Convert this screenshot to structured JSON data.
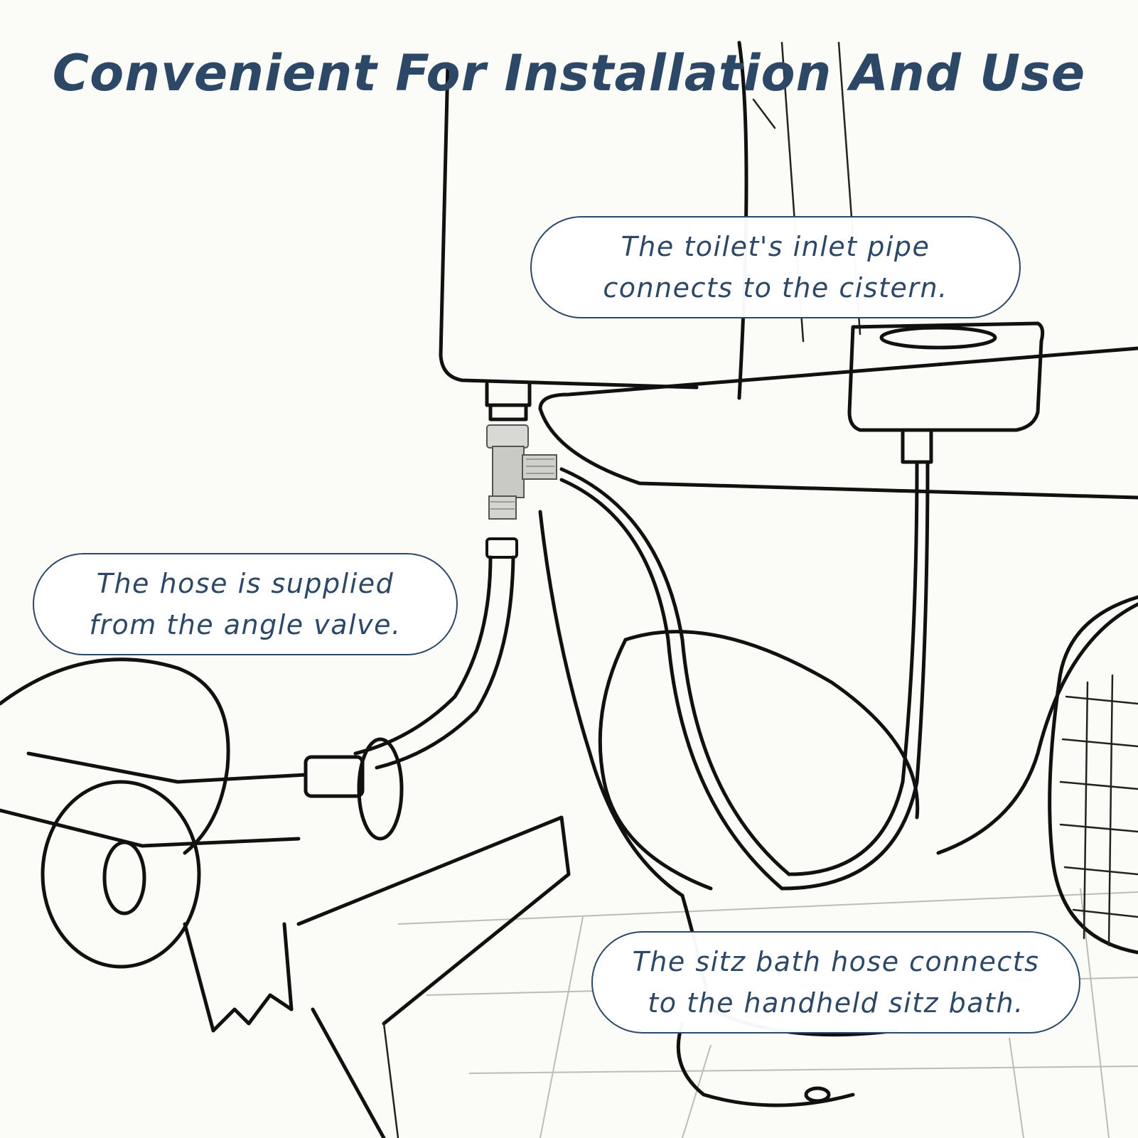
{
  "headline": "Convenient For Installation And Use",
  "callouts": {
    "inlet_pipe": {
      "line1": "The toilet's inlet pipe",
      "line2": "connects to the cistern."
    },
    "angle_valve": {
      "line1": "The hose is supplied",
      "line2": "from the angle valve."
    },
    "sitz_bath": {
      "line1": "The sitz bath hose connects",
      "line2": "to the handheld sitz bath."
    }
  },
  "colors": {
    "accent": "#2d4866",
    "background": "#fbfbf7",
    "line_art": "#111111",
    "t_valve_metal": "#c9c9c5"
  },
  "icons": [
    "toilet-illustration",
    "t-valve-icon",
    "angle-valve-icon",
    "toilet-paper-icon",
    "basket-icon"
  ]
}
